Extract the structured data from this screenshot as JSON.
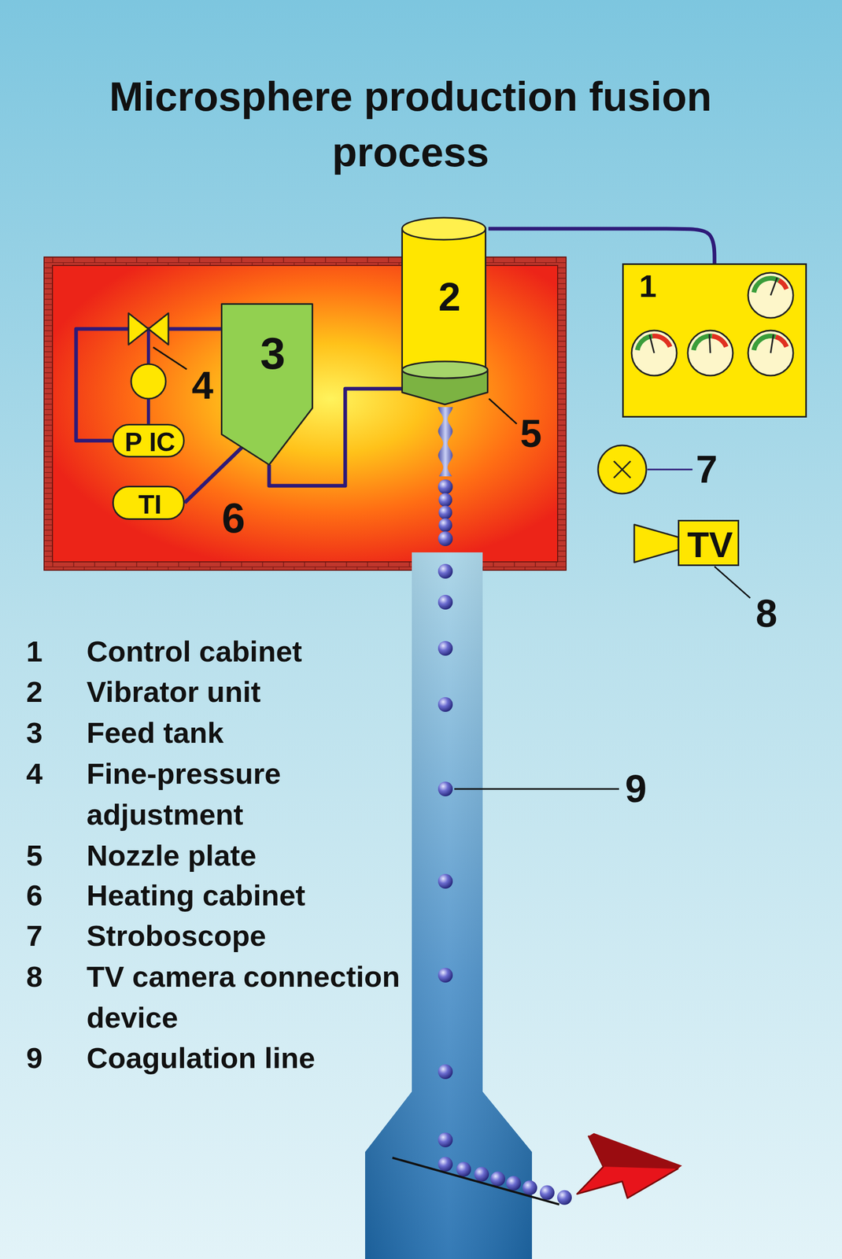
{
  "diagram": {
    "title": "Microsphere production fusion process",
    "nodes": [
      {
        "text": [
          "6"
        ]
      },
      {
        "text": [
          "3"
        ],
        "in": 0
      },
      {
        "text": [
          "P IC"
        ],
        "in": 0
      },
      {
        "text": [
          "TI"
        ],
        "in": 0
      },
      {
        "text": [
          "2"
        ]
      },
      {
        "text": [
          "1"
        ]
      },
      {
        "text": [
          "TV"
        ]
      }
    ],
    "edges": [
      {
        "from": 2,
        "to": 1,
        "arrow": "none"
      },
      {
        "from": 3,
        "to": 1,
        "arrow": "none"
      },
      {
        "from": 1,
        "to": 4,
        "arrow": "none"
      },
      {
        "from": 4,
        "to": 5,
        "arrow": "none"
      }
    ],
    "labels": [
      "4",
      "5",
      "7",
      "8",
      "9",
      "1",
      "Control cabinet",
      "2",
      "Vibrator unit",
      "3",
      "Feed tank",
      "4",
      "Fine-pressure adjustment",
      "5",
      "Nozzle plate",
      "6",
      "Heating cabinet",
      "7",
      "Stroboscope",
      "8",
      "TV camera connection device",
      "9",
      "Coagulation line"
    ]
  }
}
